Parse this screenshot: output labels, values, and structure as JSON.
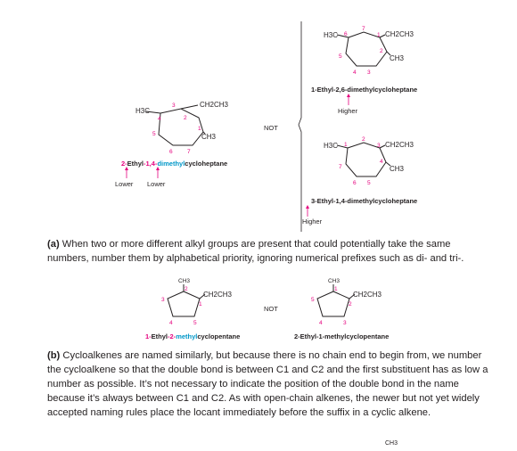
{
  "colors": {
    "magenta": "#e5007e",
    "blue": "#0097c8",
    "text": "#231f20"
  },
  "left_structure": {
    "substituents": {
      "h3c": "H3C",
      "ch2ch3": "CH2CH3",
      "ch3": "CH3"
    },
    "locants": [
      "1",
      "2",
      "3",
      "4",
      "5",
      "6",
      "7"
    ],
    "name_parts": {
      "num2": "2-",
      "ethyl": "Ethyl",
      "num14": "-1,4-",
      "dimethyl": "dimethyl",
      "parent": "cycloheptane"
    },
    "notes": {
      "lower1": "Lower",
      "lower2": "Lower"
    }
  },
  "not_label_1": "NOT",
  "right_top_structure": {
    "substituents": {
      "h3c": "H3C",
      "ch2ch3": "CH2CH3",
      "ch3": "CH3"
    },
    "locants": [
      "1",
      "2",
      "3",
      "4",
      "5",
      "6",
      "7"
    ],
    "name": "1-Ethyl-2,6-dimethylcycloheptane",
    "note": "Higher"
  },
  "right_bottom_structure": {
    "substituents": {
      "h3c": "H3C",
      "ch2ch3": "CH2CH3",
      "ch3": "CH3"
    },
    "locants": [
      "1",
      "2",
      "3",
      "4",
      "5",
      "6",
      "7"
    ],
    "name": "3-Ethyl-1,4-dimethylcycloheptane",
    "note": "Higher"
  },
  "rule_a": {
    "label": "(a)",
    "text": " When two or more different alkyl groups are present that could potentially take the same numbers, number them by alphabetical priority, ignoring numerical prefixes such as di- and tri-."
  },
  "pentane_left": {
    "substituents": {
      "ch3": "CH3",
      "ch2ch3": "CH2CH3"
    },
    "locants": [
      "1",
      "2",
      "3",
      "4",
      "5"
    ],
    "name_parts": {
      "a": "1-",
      "b": "Ethyl",
      "c": "-2-",
      "d": "methyl",
      "e": "cyclopentane"
    }
  },
  "not_label_2": "NOT",
  "pentane_right": {
    "substituents": {
      "ch3": "CH3",
      "ch2ch3": "CH2CH3"
    },
    "locants": [
      "1",
      "2",
      "3",
      "4",
      "5"
    ],
    "name": "2-Ethyl-1-methylcyclopentane"
  },
  "rule_b": {
    "label": "(b)",
    "text": " Cycloalkenes are named similarly, but because there is no chain end to begin from, we number the cycloalkene so that the double bond is between C1 and C2 and the first substituent has as low a number as possible. It’s not necessary to indicate the position of the double bond in the name because it’s always between C1 and C2. As with open-chain alkenes, the newer but not yet widely accepted naming rules place the locant immediately before the suffix in a cyclic alkene."
  },
  "bottom_fragment": {
    "ch3": "CH3"
  }
}
